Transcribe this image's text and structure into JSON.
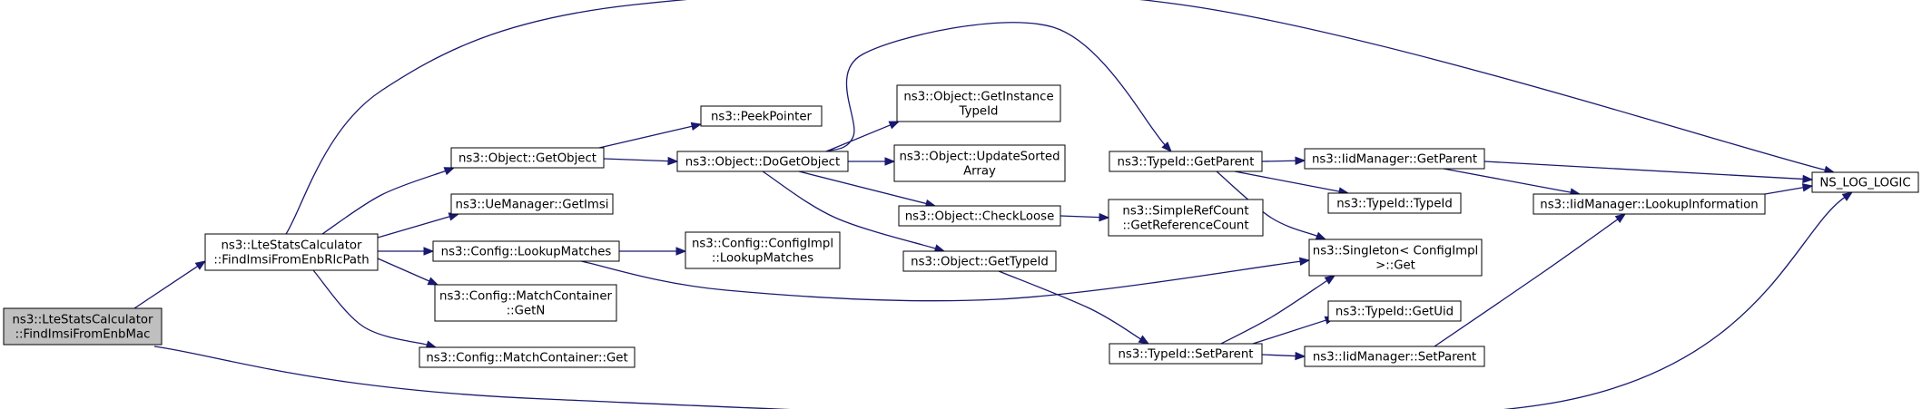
{
  "graph": {
    "colors": {
      "edge": "#191970",
      "node_fill": "#ffffff",
      "root_fill": "#bfbfbf",
      "border": "#000000"
    },
    "nodes": [
      {
        "id": "root",
        "lines": [
          "ns3::LteStatsCalculator",
          "::FindImsiFromEnbMac"
        ],
        "highlight": true
      },
      {
        "id": "findImsiRlc",
        "lines": [
          "ns3::LteStatsCalculator",
          "::FindImsiFromEnbRlcPath"
        ]
      },
      {
        "id": "getObject",
        "lines": [
          "ns3::Object::GetObject"
        ]
      },
      {
        "id": "ueGetImsi",
        "lines": [
          "ns3::UeManager::GetImsi"
        ]
      },
      {
        "id": "lookupMatches",
        "lines": [
          "ns3::Config::LookupMatches"
        ]
      },
      {
        "id": "matchGetN",
        "lines": [
          "ns3::Config::MatchContainer",
          "::GetN"
        ]
      },
      {
        "id": "matchGet",
        "lines": [
          "ns3::Config::MatchContainer::Get"
        ]
      },
      {
        "id": "peekPointer",
        "lines": [
          "ns3::PeekPointer"
        ]
      },
      {
        "id": "doGetObject",
        "lines": [
          "ns3::Object::DoGetObject"
        ]
      },
      {
        "id": "configImplLookup",
        "lines": [
          "ns3::Config::ConfigImpl",
          "::LookupMatches"
        ]
      },
      {
        "id": "getInstanceTypeId",
        "lines": [
          "ns3::Object::GetInstance",
          "TypeId"
        ]
      },
      {
        "id": "updateSorted",
        "lines": [
          "ns3::Object::UpdateSorted",
          "Array"
        ]
      },
      {
        "id": "checkLoose",
        "lines": [
          "ns3::Object::CheckLoose"
        ]
      },
      {
        "id": "objGetTypeId",
        "lines": [
          "ns3::Object::GetTypeId"
        ]
      },
      {
        "id": "typeIdGetParent",
        "lines": [
          "ns3::TypeId::GetParent"
        ]
      },
      {
        "id": "getRefCount",
        "lines": [
          "ns3::SimpleRefCount",
          "::GetReferenceCount"
        ]
      },
      {
        "id": "typeIdSetParent",
        "lines": [
          "ns3::TypeId::SetParent"
        ]
      },
      {
        "id": "iidGetParent",
        "lines": [
          "ns3::IidManager::GetParent"
        ]
      },
      {
        "id": "typeIdCtor",
        "lines": [
          "ns3::TypeId::TypeId"
        ]
      },
      {
        "id": "singletonGet",
        "lines": [
          "ns3::Singleton< ConfigImpl",
          " >::Get"
        ]
      },
      {
        "id": "typeIdGetUid",
        "lines": [
          "ns3::TypeId::GetUid"
        ]
      },
      {
        "id": "iidSetParent",
        "lines": [
          "ns3::IidManager::SetParent"
        ]
      },
      {
        "id": "iidLookupInfo",
        "lines": [
          "ns3::IidManager::LookupInformation"
        ]
      },
      {
        "id": "nsLogLogic",
        "lines": [
          "NS_LOG_LOGIC"
        ]
      }
    ],
    "edges": [
      {
        "from": "root",
        "to": "findImsiRlc"
      },
      {
        "from": "root",
        "to": "nsLogLogic"
      },
      {
        "from": "findImsiRlc",
        "to": "getObject"
      },
      {
        "from": "findImsiRlc",
        "to": "ueGetImsi"
      },
      {
        "from": "findImsiRlc",
        "to": "lookupMatches"
      },
      {
        "from": "findImsiRlc",
        "to": "matchGetN"
      },
      {
        "from": "findImsiRlc",
        "to": "matchGet"
      },
      {
        "from": "findImsiRlc",
        "to": "nsLogLogic"
      },
      {
        "from": "getObject",
        "to": "peekPointer"
      },
      {
        "from": "getObject",
        "to": "doGetObject"
      },
      {
        "from": "lookupMatches",
        "to": "configImplLookup"
      },
      {
        "from": "lookupMatches",
        "to": "singletonGet"
      },
      {
        "from": "doGetObject",
        "to": "getInstanceTypeId"
      },
      {
        "from": "doGetObject",
        "to": "updateSorted"
      },
      {
        "from": "doGetObject",
        "to": "checkLoose"
      },
      {
        "from": "doGetObject",
        "to": "objGetTypeId"
      },
      {
        "from": "doGetObject",
        "to": "typeIdGetParent"
      },
      {
        "from": "checkLoose",
        "to": "getRefCount"
      },
      {
        "from": "objGetTypeId",
        "to": "typeIdSetParent"
      },
      {
        "from": "typeIdGetParent",
        "to": "iidGetParent"
      },
      {
        "from": "typeIdGetParent",
        "to": "typeIdCtor"
      },
      {
        "from": "typeIdGetParent",
        "to": "singletonGet"
      },
      {
        "from": "typeIdSetParent",
        "to": "singletonGet"
      },
      {
        "from": "typeIdSetParent",
        "to": "typeIdGetUid"
      },
      {
        "from": "typeIdSetParent",
        "to": "iidSetParent"
      },
      {
        "from": "iidGetParent",
        "to": "nsLogLogic"
      },
      {
        "from": "iidGetParent",
        "to": "iidLookupInfo"
      },
      {
        "from": "iidLookupInfo",
        "to": "nsLogLogic"
      },
      {
        "from": "iidSetParent",
        "to": "iidLookupInfo"
      }
    ]
  }
}
